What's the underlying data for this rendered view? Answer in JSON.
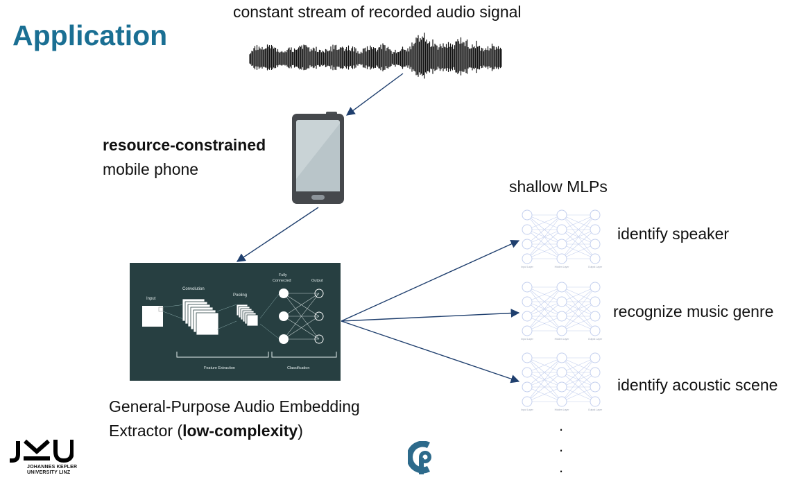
{
  "slide": {
    "title": "Application",
    "stream_label": "constant stream of recorded audio signal",
    "phone_caption": {
      "bold": "resource-constrained",
      "normal": "mobile phone"
    },
    "extractor_caption": {
      "line1": "General-Purpose Audio Embedding",
      "line2_prefix": "Extractor (",
      "line2_bold": "low-complexity",
      "line2_suffix": ")"
    },
    "mlps_label": "shallow MLPs",
    "tasks": [
      "identify speaker",
      "recognize music genre",
      "identify acoustic scene"
    ],
    "ellipsis": [
      ".",
      ".",
      "."
    ]
  },
  "cnn_diagram": {
    "input": "Input",
    "convolution": "Convolution",
    "pooling": "Pooling",
    "fully_connected_1": "Fully",
    "fully_connected_2": "Connected",
    "output": "Output",
    "feature_extraction": "Feature Extraction",
    "classification": "Classification"
  },
  "mlp_diagram": {
    "input_layer": "Input Layer",
    "hidden_layer": "Hidden Layer",
    "output_layer": "Output Layer"
  },
  "logo": {
    "jku_line1": "JOHANNES KEPLER",
    "jku_line2": "UNIVERSITY LINZ"
  },
  "colors": {
    "title": "#1a6f93",
    "arrow": "#1f3f6e",
    "cnn_background": "#273f41",
    "mlp_lines": "#c3cfee",
    "cp_logo": "#2d6a8b"
  },
  "icons": [
    "waveform-icon",
    "mobile-phone-icon",
    "cnn-diagram-icon",
    "mlp-network-icon",
    "jku-logo",
    "cp-logo"
  ]
}
